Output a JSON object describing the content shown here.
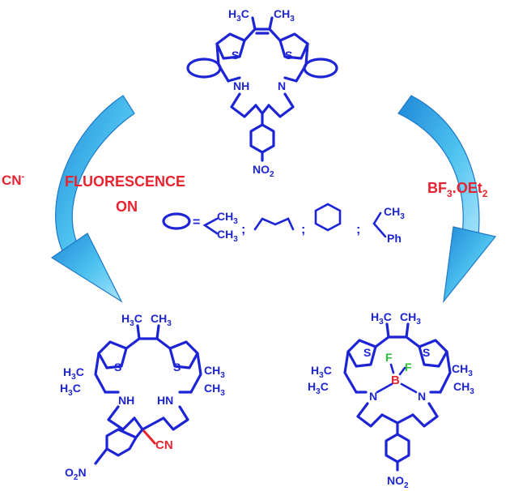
{
  "reagents": {
    "left": "CN",
    "left_sup": "-",
    "right_pre": "BF",
    "right_sub1": "3",
    "right_mid": ".OEt",
    "right_sub2": "2"
  },
  "fluorescence": {
    "line1": "FLUORESCENCE",
    "line2": "ON"
  },
  "legend": {
    "equals": "=",
    "sep": ";",
    "ch3": "CH",
    "ch3_sub": "3",
    "ph": "Ph"
  },
  "top_molecule": {
    "h3c": "H",
    "h3c_sub": "3",
    "h3c_c": "C",
    "ch3": "CH",
    "ch3_sub": "3",
    "s": "S",
    "nh": "NH",
    "n": "N",
    "no2": "NO",
    "no2_sub": "2"
  },
  "left_molecule": {
    "h3c": "H",
    "h3c_sub": "3",
    "h3c_c": "C",
    "ch3": "CH",
    "ch3_sub": "3",
    "s": "S",
    "nh": "NH",
    "hn": "HN",
    "cn": "CN",
    "o2n": "O",
    "o2n_sub": "2",
    "o2n_n": "N"
  },
  "right_molecule": {
    "h3c": "H",
    "h3c_sub": "3",
    "h3c_c": "C",
    "ch3": "CH",
    "ch3_sub": "3",
    "s": "S",
    "n": "N",
    "b": "B",
    "f": "F",
    "no2": "NO",
    "no2_sub": "2"
  },
  "colors": {
    "structure": "#1d24d6",
    "highlight": "#e8232f",
    "fluorine": "#27c232",
    "arrow": "#3fb3e8"
  }
}
